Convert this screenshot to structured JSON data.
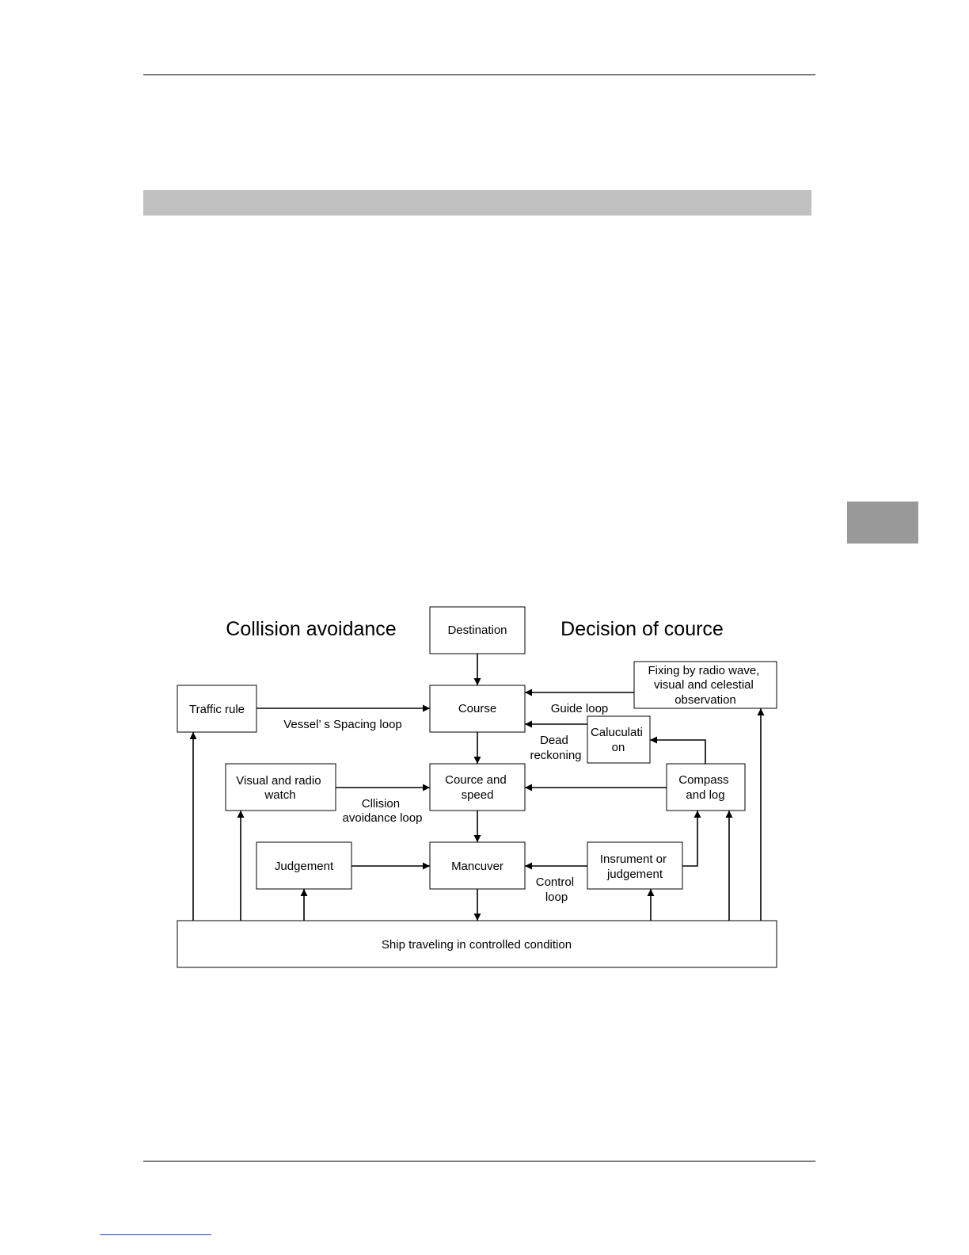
{
  "diagram": {
    "left_heading": "Collision avoidance",
    "right_heading": "Decision of cource",
    "boxes": {
      "destination": [
        "Destination"
      ],
      "fixing": [
        "Fixing by radio wave,",
        "visual and celestial",
        "observation"
      ],
      "traffic_rule": [
        "Traffic rule"
      ],
      "course": [
        "Course"
      ],
      "calculation": [
        "Caluculati",
        "on"
      ],
      "visual_watch": [
        "Visual and radio",
        "watch"
      ],
      "course_speed": [
        "Cource and",
        "speed"
      ],
      "compass": [
        "Compass",
        "and log"
      ],
      "judgement": [
        "Judgement"
      ],
      "maneuver": [
        "Mancuver"
      ],
      "instrument": [
        "Insrument or",
        "judgement"
      ],
      "ship": [
        "Ship traveling in controlled condition"
      ]
    },
    "loop_labels": {
      "vessel_spacing": [
        "Vessel’ s Spacing loop"
      ],
      "guide": [
        "Guide loop"
      ],
      "dead_reckoning": [
        "Dead",
        "reckoning"
      ],
      "collision": [
        "Cllision",
        "avoidance loop"
      ],
      "control": [
        "Control",
        "loop"
      ]
    }
  }
}
